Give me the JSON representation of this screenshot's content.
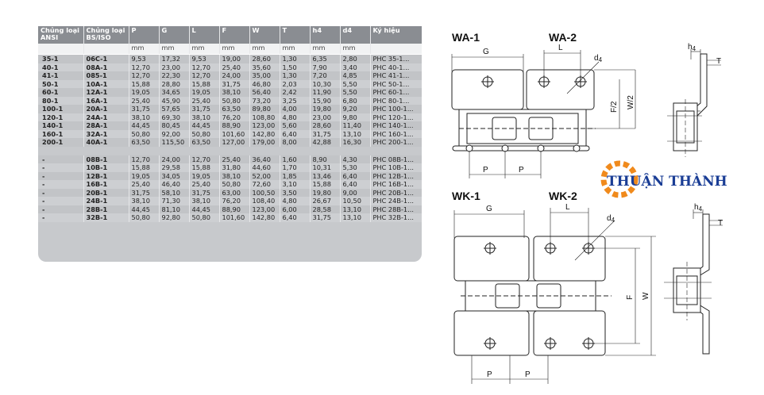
{
  "table": {
    "headers": [
      "Chủng loại ANSI",
      "Chủng loại BS/ISO",
      "P",
      "G",
      "L",
      "F",
      "W",
      "T",
      "h4",
      "d4",
      "Ký hiệu"
    ],
    "units": [
      "",
      "",
      "mm",
      "mm",
      "mm",
      "mm",
      "mm",
      "mm",
      "mm",
      "mm",
      ""
    ],
    "rows_a": [
      [
        "35-1",
        "06C-1",
        "9,53",
        "17,32",
        "9,53",
        "19,00",
        "28,60",
        "1,30",
        "6,35",
        "2,80",
        "PHC 35-1..."
      ],
      [
        "40-1",
        "08A-1",
        "12,70",
        "23,00",
        "12,70",
        "25,40",
        "35,60",
        "1,50",
        "7,90",
        "3,40",
        "PHC 40-1..."
      ],
      [
        "41-1",
        "085-1",
        "12,70",
        "22,30",
        "12,70",
        "24,00",
        "35,00",
        "1,30",
        "7,20",
        "4,85",
        "PHC 41-1..."
      ],
      [
        "50-1",
        "10A-1",
        "15,88",
        "28,80",
        "15,88",
        "31,75",
        "46,80",
        "2,03",
        "10,30",
        "5,50",
        "PHC 50-1..."
      ],
      [
        "60-1",
        "12A-1",
        "19,05",
        "34,65",
        "19,05",
        "38,10",
        "56,40",
        "2,42",
        "11,90",
        "5,50",
        "PHC 60-1..."
      ],
      [
        "80-1",
        "16A-1",
        "25,40",
        "45,90",
        "25,40",
        "50,80",
        "73,20",
        "3,25",
        "15,90",
        "6,80",
        "PHC 80-1..."
      ],
      [
        "100-1",
        "20A-1",
        "31,75",
        "57,65",
        "31,75",
        "63,50",
        "89,80",
        "4,00",
        "19,80",
        "9,20",
        "PHC 100-1..."
      ],
      [
        "120-1",
        "24A-1",
        "38,10",
        "69,30",
        "38,10",
        "76,20",
        "108,80",
        "4,80",
        "23,00",
        "9,80",
        "PHC 120-1..."
      ],
      [
        "140-1",
        "28A-1",
        "44,45",
        "80,45",
        "44,45",
        "88,90",
        "123,00",
        "5,60",
        "28,60",
        "11,40",
        "PHC 140-1..."
      ],
      [
        "160-1",
        "32A-1",
        "50,80",
        "92,00",
        "50,80",
        "101,60",
        "142,80",
        "6,40",
        "31,75",
        "13,10",
        "PHC 160-1..."
      ],
      [
        "200-1",
        "40A-1",
        "63,50",
        "115,50",
        "63,50",
        "127,00",
        "179,00",
        "8,00",
        "42,88",
        "16,30",
        "PHC 200-1..."
      ]
    ],
    "rows_b": [
      [
        "-",
        "08B-1",
        "12,70",
        "24,00",
        "12,70",
        "25,40",
        "36,40",
        "1,60",
        "8,90",
        "4,30",
        "PHC 08B-1..."
      ],
      [
        "-",
        "10B-1",
        "15,88",
        "29,58",
        "15,88",
        "31,80",
        "44,60",
        "1,70",
        "10,31",
        "5,30",
        "PHC 10B-1..."
      ],
      [
        "-",
        "12B-1",
        "19,05",
        "34,05",
        "19,05",
        "38,10",
        "52,00",
        "1,85",
        "13,46",
        "6,40",
        "PHC 12B-1..."
      ],
      [
        "-",
        "16B-1",
        "25,40",
        "46,40",
        "25,40",
        "50,80",
        "72,60",
        "3,10",
        "15,88",
        "6,40",
        "PHC 16B-1..."
      ],
      [
        "-",
        "20B-1",
        "31,75",
        "58,10",
        "31,75",
        "63,00",
        "100,50",
        "3,50",
        "19,80",
        "9,00",
        "PHC 20B-1..."
      ],
      [
        "-",
        "24B-1",
        "38,10",
        "71,30",
        "38,10",
        "76,20",
        "108,40",
        "4,80",
        "26,67",
        "10,50",
        "PHC 24B-1..."
      ],
      [
        "-",
        "28B-1",
        "44,45",
        "81,10",
        "44,45",
        "88,90",
        "123,00",
        "6,00",
        "28,58",
        "13,10",
        "PHC 28B-1..."
      ],
      [
        "-",
        "32B-1",
        "50,80",
        "92,80",
        "50,80",
        "101,60",
        "142,80",
        "6,40",
        "31,75",
        "13,10",
        "PHC 32B-1..."
      ]
    ]
  },
  "drawing": {
    "wa1": "WA-1",
    "wa2": "WA-2",
    "wk1": "WK-1",
    "wk2": "WK-2",
    "dim_g": "G",
    "dim_l": "L",
    "dim_d": "d",
    "dim_d_sub": "4",
    "dim_f2": "F/2",
    "dim_w2": "W/2",
    "dim_f": "F",
    "dim_w": "W",
    "dim_p": "P",
    "dim_h": "h",
    "dim_h_sub": "4",
    "dim_t": "T"
  },
  "logo": {
    "text": "THUẬN THÀNH",
    "color_blue": "#1a3d95",
    "color_orange": "#f08a1c"
  }
}
